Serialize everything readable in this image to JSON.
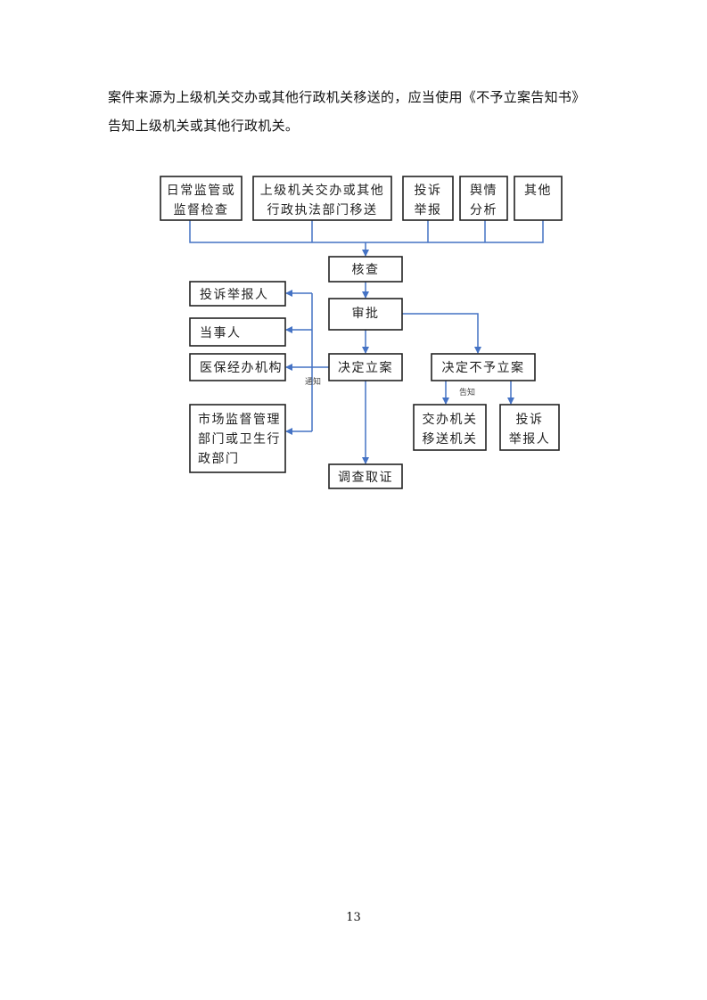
{
  "paragraph": {
    "line1": "案件来源为上级机关交办或其他行政机关移送的，应当使用《不予立案告知书》",
    "line2": "告知上级机关或其他行政机关。"
  },
  "flowchart": {
    "sources": [
      {
        "line1": "日常监管或",
        "line2": "监督检查"
      },
      {
        "line1": "上级机关交办或其他",
        "line2": "行政执法部门移送"
      },
      {
        "line1": "投诉",
        "line2": "举报"
      },
      {
        "line1": "舆情",
        "line2": "分析"
      },
      {
        "line1": "其他"
      }
    ],
    "verify": "核查",
    "approve": "审批",
    "file_case": "决定立案",
    "no_case": "决定不予立案",
    "investigate": "调查取证",
    "notify_label": "通知",
    "inform_label": "告知",
    "notify_targets": [
      {
        "line1": "投诉举报人"
      },
      {
        "line1": "当事人"
      },
      {
        "line1": "医保经办机构"
      },
      {
        "line1": "市场监督管理",
        "line2": "部门或卫生行",
        "line3": "政部门"
      }
    ],
    "inform_targets": [
      {
        "line1": "交办机关",
        "line2": "移送机关"
      },
      {
        "line1": "投诉",
        "line2": "举报人"
      }
    ],
    "line_color": "#4472c4"
  },
  "page_number": "13"
}
